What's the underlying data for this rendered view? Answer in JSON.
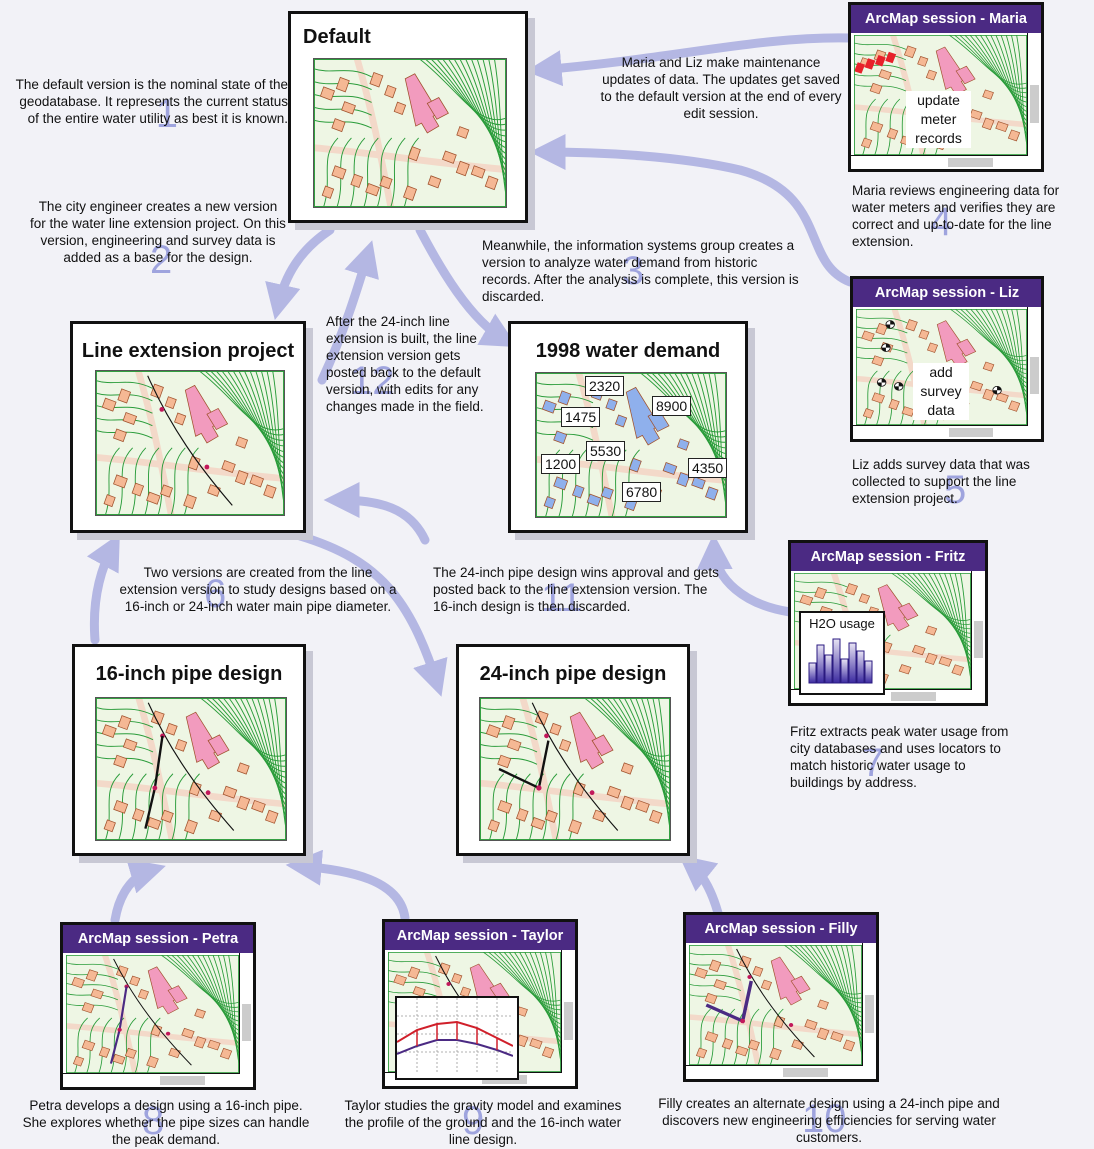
{
  "versions": {
    "default": {
      "title": "Default"
    },
    "line_extension": {
      "title": "Line extension project"
    },
    "water_demand": {
      "title": "1998 water demand",
      "labels": [
        "2320",
        "8900",
        "1475",
        "5530",
        "1200",
        "4350",
        "6780"
      ]
    },
    "pipe16": {
      "title": "16-inch pipe design"
    },
    "pipe24": {
      "title": "24-inch pipe design"
    }
  },
  "sessions": {
    "maria": {
      "title": "ArcMap session - Maria",
      "label": "update meter records"
    },
    "liz": {
      "title": "ArcMap session - Liz",
      "label": "add survey data"
    },
    "fritz": {
      "title": "ArcMap session - Fritz",
      "label": "H2O usage"
    },
    "petra": {
      "title": "ArcMap session - Petra"
    },
    "taylor": {
      "title": "ArcMap session - Taylor"
    },
    "filly": {
      "title": "ArcMap session - Filly"
    }
  },
  "steps": [
    {
      "num": "1",
      "text": "The default version is the nominal state of the geodatabase. It represents the current status of the entire water utility as best it is known."
    },
    {
      "num": "2",
      "text": "The city engineer creates a new version for the water line extension project. On this version, engineering and survey data is added as a base for the design."
    },
    {
      "num": "3",
      "text": "Meanwhile, the information systems group creates a version to analyze water demand from historic records. After the analysis is complete, this version is discarded."
    },
    {
      "num": "4",
      "text": "Maria reviews engineering data for water meters and verifies they are correct and up-to-date for the line extension."
    },
    {
      "num": "5",
      "text": "Liz adds survey data that was collected to support the line extension project."
    },
    {
      "num": "6",
      "text": "Two versions are created from the line extension version to study designs based on a 16-inch or 24-inch water main pipe diameter."
    },
    {
      "num": "7",
      "text": "Fritz extracts peak water usage from city databases and uses locators to match historic water usage to buildings by address."
    },
    {
      "num": "8",
      "text": "Petra develops a design using a 16-inch pipe. She explores whether the pipe sizes can handle the peak demand."
    },
    {
      "num": "9",
      "text": "Taylor studies the gravity model and examines the profile of the ground and the 16-inch water line design."
    },
    {
      "num": "10",
      "text": "Filly creates an alternate design using a 24-inch pipe and discovers new engineering efficiencies for serving water customers."
    },
    {
      "num": "11",
      "text": "The 24-inch pipe design wins approval and gets posted back to the line extension version. The 16-inch design is then discarded."
    },
    {
      "num": "12",
      "text": "After the 24-inch line extension is built, the line extension version gets posted back to the default version, with edits for any changes made in the field."
    }
  ],
  "maintenance_note": "Maria and Liz make maintenance updates of data. The updates get saved to the default version at the end of every edit session.",
  "colors": {
    "arrow": "#b4b7e3",
    "session_header": "#4b2a83",
    "building": "#f5b894",
    "feature_pink": "#f29bbe",
    "contour": "#2a9c3a",
    "map_bg": "#eef6e4",
    "demand_blue": "#8fb0ec",
    "maria_red": "#e8202a"
  }
}
